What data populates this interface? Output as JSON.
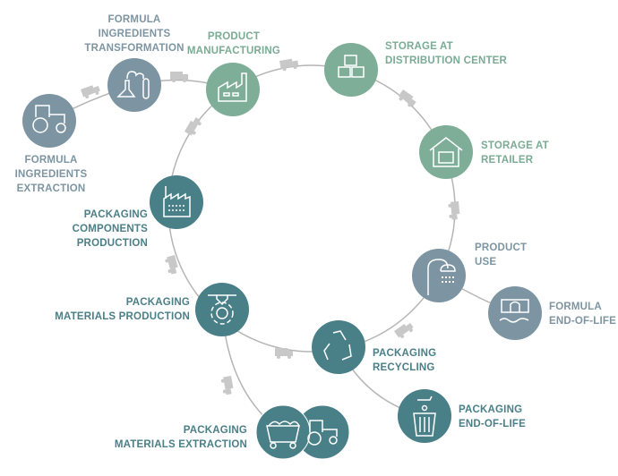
{
  "colors": {
    "gray": "#7d95a2",
    "green": "#7fae98",
    "teal": "#497f87",
    "line": "#b5b5b5",
    "truck": "#c8c8c8"
  },
  "stages": {
    "formula_extraction": {
      "lines": [
        "FORMULA",
        "INGREDIENTS",
        "EXTRACTION"
      ],
      "icon": "tractor-icon"
    },
    "formula_transformation": {
      "lines": [
        "FORMULA",
        "INGREDIENTS",
        "TRANSFORMATION"
      ],
      "icon": "lab-flask-icon"
    },
    "product_manufacturing": {
      "lines": [
        "PRODUCT",
        "MANUFACTURING"
      ],
      "icon": "factory-icon"
    },
    "storage_distribution": {
      "lines": [
        "STORAGE AT",
        "DISTRIBUTION CENTER"
      ],
      "icon": "boxes-icon"
    },
    "storage_retailer": {
      "lines": [
        "STORAGE AT",
        "RETAILER"
      ],
      "icon": "warehouse-icon"
    },
    "product_use": {
      "lines": [
        "PRODUCT",
        "USE"
      ],
      "icon": "shower-icon"
    },
    "formula_eol": {
      "lines": [
        "FORMULA",
        "END-OF-LIFE"
      ],
      "icon": "wastewater-icon"
    },
    "packaging_recycling": {
      "lines": [
        "PACKAGING",
        "RECYCLING"
      ],
      "icon": "recycle-icon"
    },
    "packaging_eol": {
      "lines": [
        "PACKAGING",
        "END-OF-LIFE"
      ],
      "icon": "trash-bin-icon"
    },
    "packaging_materials_production": {
      "lines": [
        "PACKAGING",
        "MATERIALS PRODUCTION"
      ],
      "icon": "gear-extruder-icon"
    },
    "packaging_components_production": {
      "lines": [
        "PACKAGING",
        "COMPONENTS",
        "PRODUCTION"
      ],
      "icon": "factory-icon"
    },
    "packaging_materials_extraction": {
      "lines": [
        "PACKAGING",
        "MATERIALS EXTRACTION"
      ],
      "icon": "mine-cart-tractor-icon"
    }
  }
}
